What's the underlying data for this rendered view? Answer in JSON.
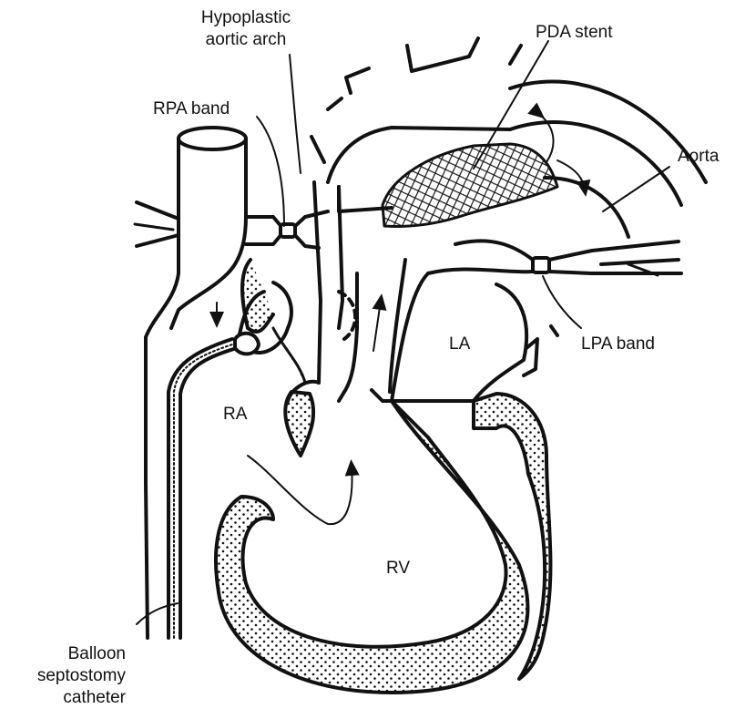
{
  "figure": {
    "labels": {
      "hypoplastic_aortic_arch": [
        "Hypoplastic",
        "aortic arch"
      ],
      "pda_stent": "PDA stent",
      "rpa_band": "RPA band",
      "aorta": "Aorta",
      "la": "LA",
      "lpa_band": "LPA band",
      "ra": "RA",
      "rv": "RV",
      "balloon_septostomy_catheter": [
        "Balloon",
        "septostomy",
        "catheter"
      ]
    },
    "colors": {
      "ink": "#111111",
      "paper": "#ffffff"
    }
  }
}
